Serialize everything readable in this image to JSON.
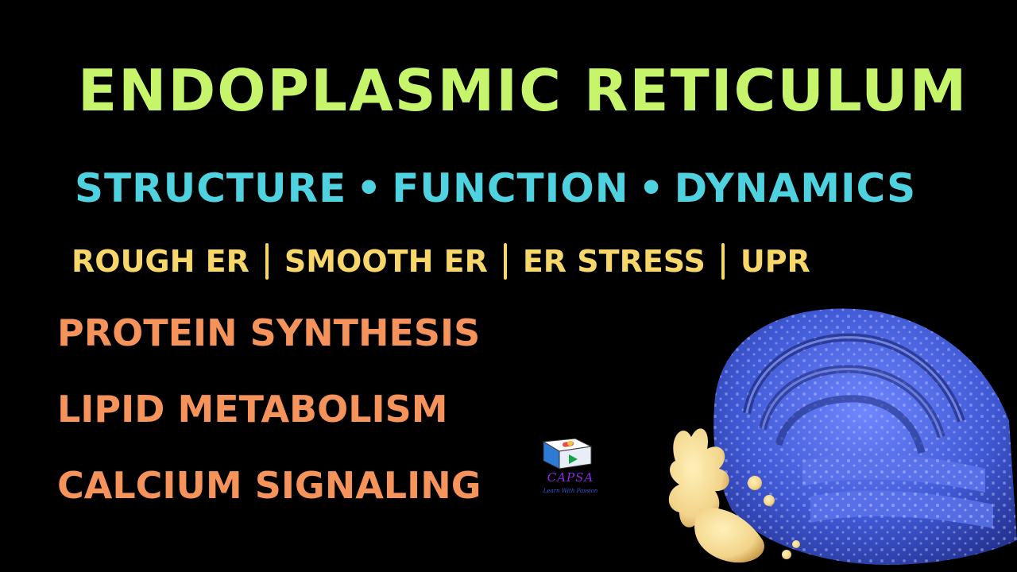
{
  "title": "ENDOPLASMIC RETICULUM",
  "subtitle": {
    "part1": "STRUCTURE",
    "part2": "FUNCTION",
    "part3": "DYNAMICS",
    "separator": "•"
  },
  "er_types": [
    "ROUGH ER",
    "SMOOTH ER",
    "ER STRESS",
    "UPR"
  ],
  "functions": [
    "PROTEIN SYNTHESIS",
    "LIPID METABOLISM",
    "CALCIUM SIGNALING"
  ],
  "logo": {
    "name": "CAPSA",
    "tagline": "Learn With Passion"
  },
  "colors": {
    "background": "#000000",
    "title": "#c6f56b",
    "subtitle": "#4fd2df",
    "er_types": "#f7d76a",
    "functions": "#f6935a",
    "organelle_blue": "#4a63d8",
    "organelle_yellow": "#f2d48a"
  }
}
